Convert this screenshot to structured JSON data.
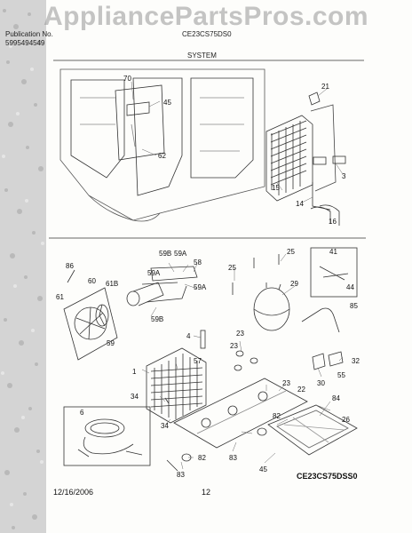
{
  "watermark": "AppliancePartsPros.com",
  "header": {
    "left_line1": "Publication No.",
    "left_line2": "5995494549",
    "model": "CE23CS75DS0",
    "section": "SYSTEM"
  },
  "footer": {
    "date": "12/16/2006",
    "page": "12",
    "model_code": "CE23CS75DSS0"
  },
  "callouts": [
    "70",
    "45",
    "62",
    "21",
    "15",
    "3",
    "14",
    "16",
    "86",
    "59B",
    "59A",
    "58",
    "25",
    "25",
    "41",
    "44",
    "29",
    "59A",
    "59A",
    "61B",
    "60",
    "61",
    "59B",
    "85",
    "59",
    "4",
    "23",
    "23",
    "32",
    "57",
    "55",
    "1",
    "34",
    "30",
    "23",
    "22",
    "84",
    "34",
    "82",
    "26",
    "6",
    "83",
    "45",
    "82",
    "83"
  ]
}
